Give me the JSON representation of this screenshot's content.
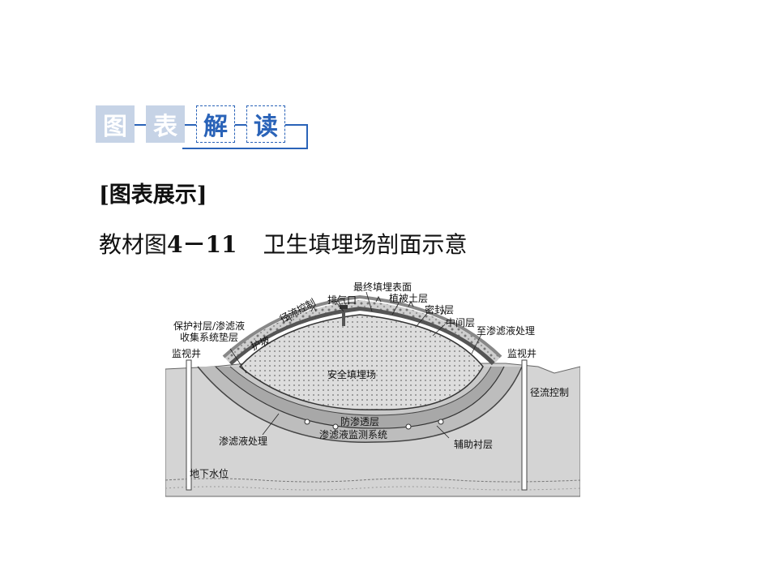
{
  "banner": {
    "chars": [
      "图",
      "表",
      "解",
      "读"
    ]
  },
  "section_label": "[图表展示]",
  "caption": {
    "prefix": "教材图",
    "fig_number": "4－11",
    "title": "卫生填埋场剖面示意"
  },
  "diagram_labels": {
    "final_surface": "最终填埋表面",
    "vent": "排气口",
    "vegetation": "植被土层",
    "runoff_top": "径流控制",
    "seal": "密封层",
    "middle": "中间层",
    "protect_liner": "保护衬层/渗滤液",
    "collection": "收集系统垫层",
    "slope": "护坡",
    "to_treatment": "至渗滤液处理",
    "monitor_left": "监视井",
    "monitor_right": "监视井",
    "safe_landfill": "安全填埋场",
    "runoff_right": "径流控制",
    "anti_seep": "防渗透层",
    "leachate_treatment": "渗滤液处理",
    "leachate_monitor": "渗滤液监测系统",
    "aux_liner": "辅助衬层",
    "groundwater": "地下水位"
  }
}
